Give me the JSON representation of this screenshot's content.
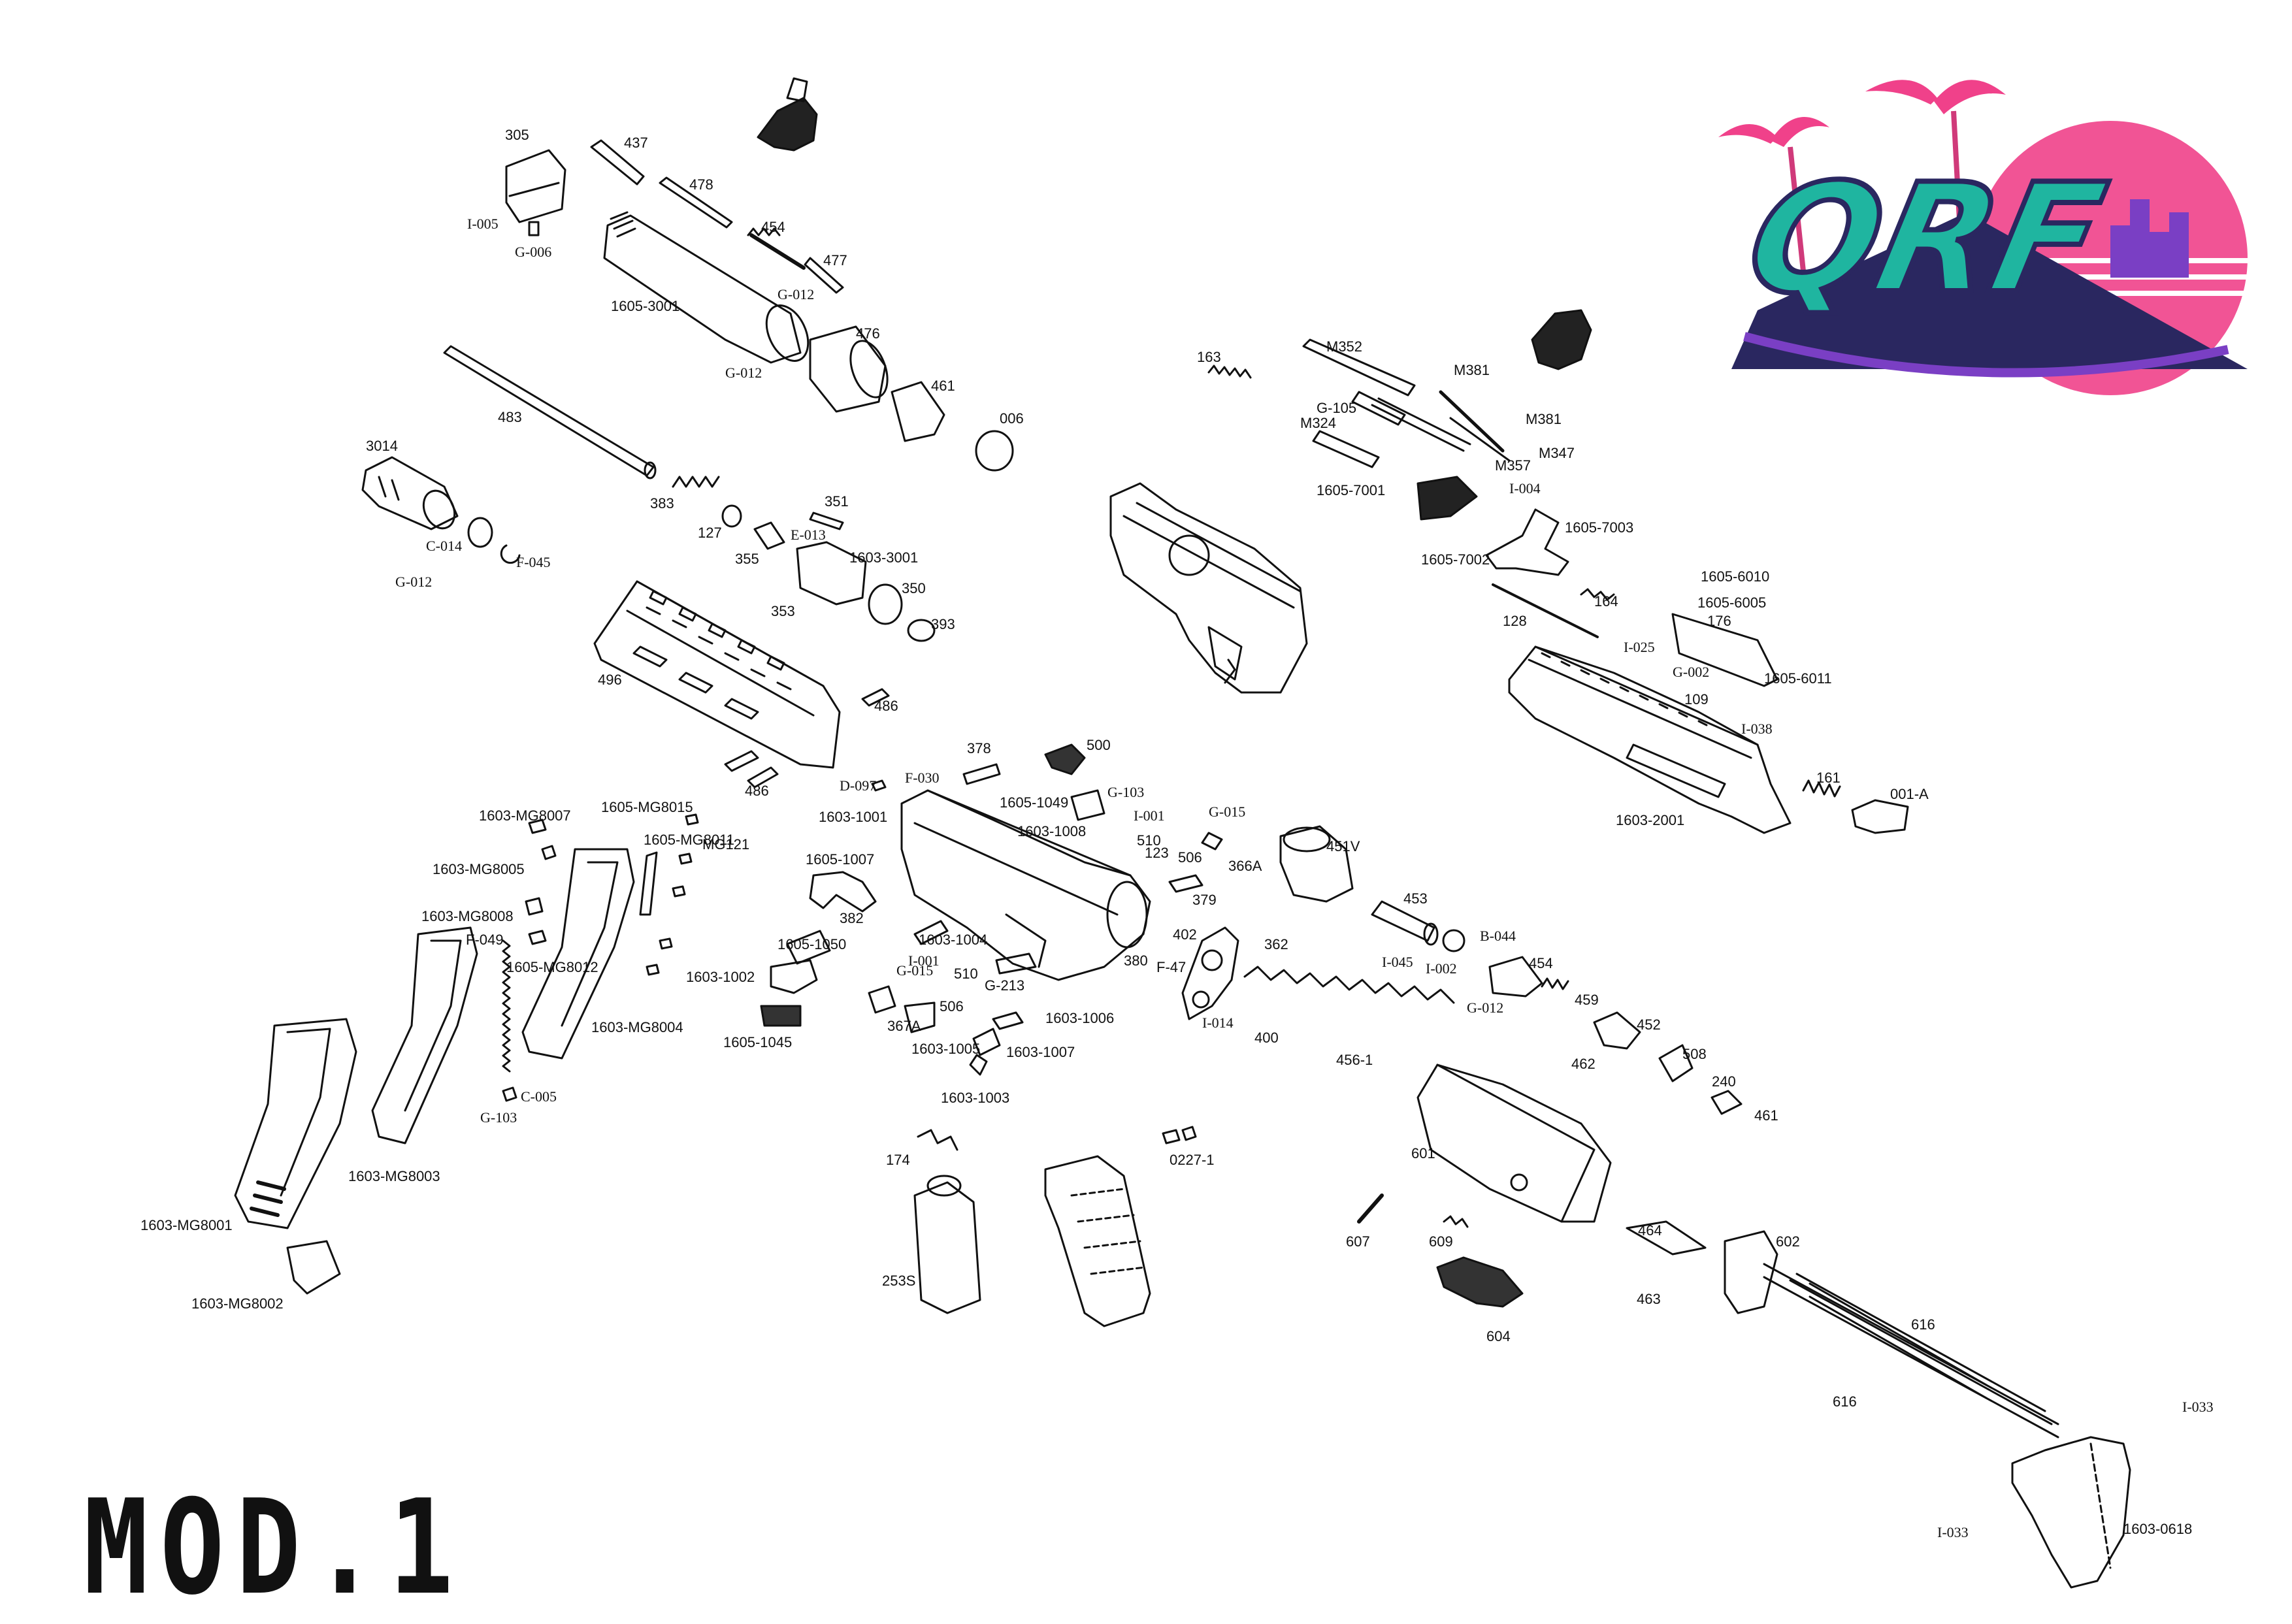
{
  "brand": {
    "logo_text": "QRF"
  },
  "model": {
    "title": "MOD.1"
  },
  "colors": {
    "line": "#111111",
    "logo_teal": "#1fb5a0",
    "logo_purple": "#7a3fc4",
    "logo_pink": "#f0418a",
    "logo_navy": "#2a2760"
  },
  "labels": [
    {
      "text": "305",
      "serif": false
    },
    {
      "text": "437",
      "serif": false
    },
    {
      "text": "478",
      "serif": false
    },
    {
      "text": "I-005",
      "serif": true
    },
    {
      "text": "G-006",
      "serif": true
    },
    {
      "text": "454",
      "serif": false
    },
    {
      "text": "477",
      "serif": false
    },
    {
      "text": "G-012",
      "serif": true
    },
    {
      "text": "1605-3001",
      "serif": false
    },
    {
      "text": "G-012",
      "serif": true
    },
    {
      "text": "476",
      "serif": false
    },
    {
      "text": "461",
      "serif": false
    },
    {
      "text": "006",
      "serif": false
    },
    {
      "text": "483",
      "serif": false
    },
    {
      "text": "3014",
      "serif": false
    },
    {
      "text": "383",
      "serif": false
    },
    {
      "text": "127",
      "serif": false
    },
    {
      "text": "351",
      "serif": false
    },
    {
      "text": "E-013",
      "serif": true
    },
    {
      "text": "355",
      "serif": false
    },
    {
      "text": "1603-3001",
      "serif": false
    },
    {
      "text": "C-014",
      "serif": true
    },
    {
      "text": "F-045",
      "serif": true
    },
    {
      "text": "G-012",
      "serif": true
    },
    {
      "text": "353",
      "serif": false
    },
    {
      "text": "350",
      "serif": false
    },
    {
      "text": "393",
      "serif": false
    },
    {
      "text": "496",
      "serif": false
    },
    {
      "text": "486",
      "serif": false
    },
    {
      "text": "486",
      "serif": false
    },
    {
      "text": "163",
      "serif": false
    },
    {
      "text": "M352",
      "serif": false
    },
    {
      "text": "M381",
      "serif": false
    },
    {
      "text": "G-105",
      "serif": false
    },
    {
      "text": "M324",
      "serif": false
    },
    {
      "text": "M381",
      "serif": false
    },
    {
      "text": "M347",
      "serif": false
    },
    {
      "text": "M357",
      "serif": false
    },
    {
      "text": "1605-7001",
      "serif": false
    },
    {
      "text": "I-004",
      "serif": true
    },
    {
      "text": "1605-7003",
      "serif": false
    },
    {
      "text": "1605-7002",
      "serif": false
    },
    {
      "text": "164",
      "serif": false
    },
    {
      "text": "128",
      "serif": false
    },
    {
      "text": "1605-6010",
      "serif": false
    },
    {
      "text": "1605-6005",
      "serif": false
    },
    {
      "text": "176",
      "serif": false
    },
    {
      "text": "I-025",
      "serif": true
    },
    {
      "text": "G-002",
      "serif": true
    },
    {
      "text": "1605-6011",
      "serif": false
    },
    {
      "text": "109",
      "serif": false
    },
    {
      "text": "I-038",
      "serif": true
    },
    {
      "text": "161",
      "serif": false
    },
    {
      "text": "001-A",
      "serif": false
    },
    {
      "text": "1603-2001",
      "serif": false
    },
    {
      "text": "378",
      "serif": false
    },
    {
      "text": "500",
      "serif": false
    },
    {
      "text": "D-097",
      "serif": true
    },
    {
      "text": "F-030",
      "serif": true
    },
    {
      "text": "G-103",
      "serif": true
    },
    {
      "text": "1605-1049",
      "serif": false
    },
    {
      "text": "1603-1001",
      "serif": false
    },
    {
      "text": "I-001",
      "serif": true
    },
    {
      "text": "G-015",
      "serif": true
    },
    {
      "text": "1603-1008",
      "serif": false
    },
    {
      "text": "510",
      "serif": false
    },
    {
      "text": "123",
      "serif": false
    },
    {
      "text": "506",
      "serif": false
    },
    {
      "text": "366A",
      "serif": false
    },
    {
      "text": "451V",
      "serif": false
    },
    {
      "text": "1605-1007",
      "serif": false
    },
    {
      "text": "379",
      "serif": false
    },
    {
      "text": "382",
      "serif": false
    },
    {
      "text": "453",
      "serif": false
    },
    {
      "text": "1603-1004",
      "serif": false
    },
    {
      "text": "362",
      "serif": false
    },
    {
      "text": "1605-1050",
      "serif": false
    },
    {
      "text": "B-044",
      "serif": true
    },
    {
      "text": "I-001",
      "serif": true
    },
    {
      "text": "402",
      "serif": false
    },
    {
      "text": "G-015",
      "serif": true
    },
    {
      "text": "510",
      "serif": false
    },
    {
      "text": "I-045",
      "serif": true
    },
    {
      "text": "I-002",
      "serif": true
    },
    {
      "text": "1603-1002",
      "serif": false
    },
    {
      "text": "G-213",
      "serif": false
    },
    {
      "text": "454",
      "serif": false
    },
    {
      "text": "380",
      "serif": false
    },
    {
      "text": "F-47",
      "serif": false
    },
    {
      "text": "G-012",
      "serif": true
    },
    {
      "text": "459",
      "serif": false
    },
    {
      "text": "367A",
      "serif": false
    },
    {
      "text": "506",
      "serif": false
    },
    {
      "text": "1605-1045",
      "serif": false
    },
    {
      "text": "1603-1005",
      "serif": false
    },
    {
      "text": "1603-1006",
      "serif": false
    },
    {
      "text": "I-014",
      "serif": true
    },
    {
      "text": "452",
      "serif": false
    },
    {
      "text": "400",
      "serif": false
    },
    {
      "text": "1603-1007",
      "serif": false
    },
    {
      "text": "456-1",
      "serif": false
    },
    {
      "text": "462",
      "serif": false
    },
    {
      "text": "508",
      "serif": false
    },
    {
      "text": "240",
      "serif": false
    },
    {
      "text": "1603-1003",
      "serif": false
    },
    {
      "text": "461",
      "serif": false
    },
    {
      "text": "1603-MG8007",
      "serif": false
    },
    {
      "text": "1605-MG8015",
      "serif": false
    },
    {
      "text": "1605-MG8011",
      "serif": false
    },
    {
      "text": "MG121",
      "serif": false
    },
    {
      "text": "1603-MG8005",
      "serif": false
    },
    {
      "text": "1603-MG8008",
      "serif": false
    },
    {
      "text": "F-049",
      "serif": false
    },
    {
      "text": "1605-MG8012",
      "serif": false
    },
    {
      "text": "1603-MG8004",
      "serif": false
    },
    {
      "text": "C-005",
      "serif": true
    },
    {
      "text": "G-103",
      "serif": true
    },
    {
      "text": "1603-MG8003",
      "serif": false
    },
    {
      "text": "1603-MG8001",
      "serif": false
    },
    {
      "text": "1603-MG8002",
      "serif": false
    },
    {
      "text": "174",
      "serif": false
    },
    {
      "text": "0227-1",
      "serif": false
    },
    {
      "text": "253S",
      "serif": false
    },
    {
      "text": "601",
      "serif": false
    },
    {
      "text": "607",
      "serif": false
    },
    {
      "text": "609",
      "serif": false
    },
    {
      "text": "464",
      "serif": false
    },
    {
      "text": "463",
      "serif": false
    },
    {
      "text": "604",
      "serif": false
    },
    {
      "text": "602",
      "serif": false
    },
    {
      "text": "616",
      "serif": false
    },
    {
      "text": "616",
      "serif": false
    },
    {
      "text": "I-033",
      "serif": true
    },
    {
      "text": "I-033",
      "serif": true
    },
    {
      "text": "1603-0618",
      "serif": false
    }
  ]
}
